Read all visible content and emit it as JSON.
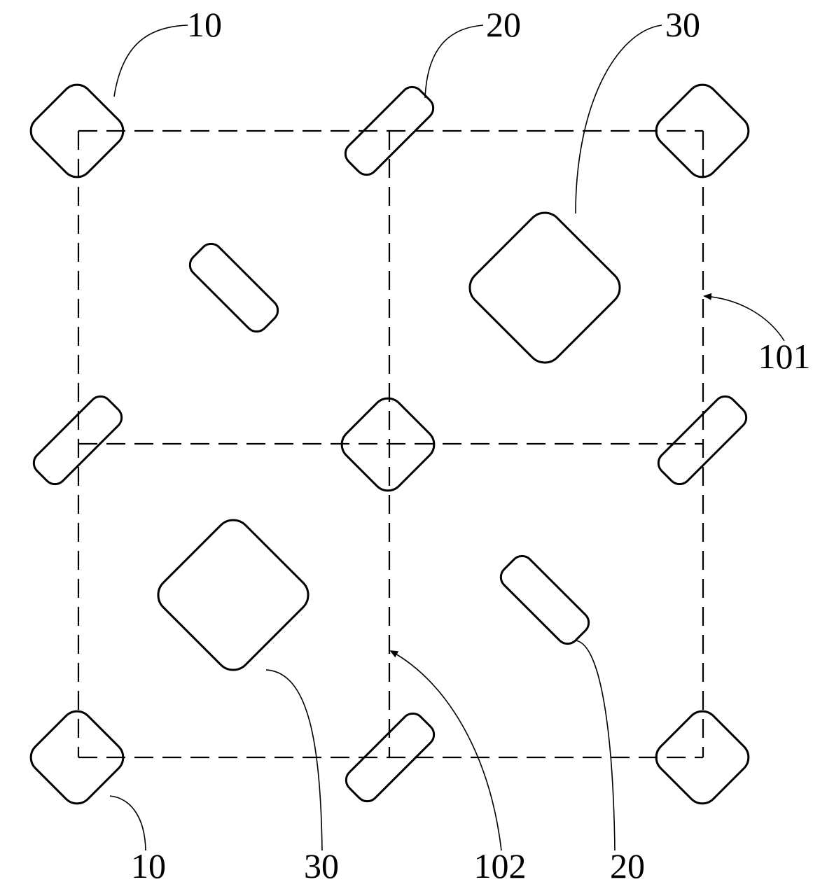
{
  "labels": {
    "top_left_10": "10",
    "top_20": "20",
    "top_30": "30",
    "right_101": "101",
    "bottom_left_10": "10",
    "bottom_30": "30",
    "bottom_102": "102",
    "bottom_20": "20"
  },
  "colors": {
    "line": "#000000",
    "background": "#ffffff"
  }
}
